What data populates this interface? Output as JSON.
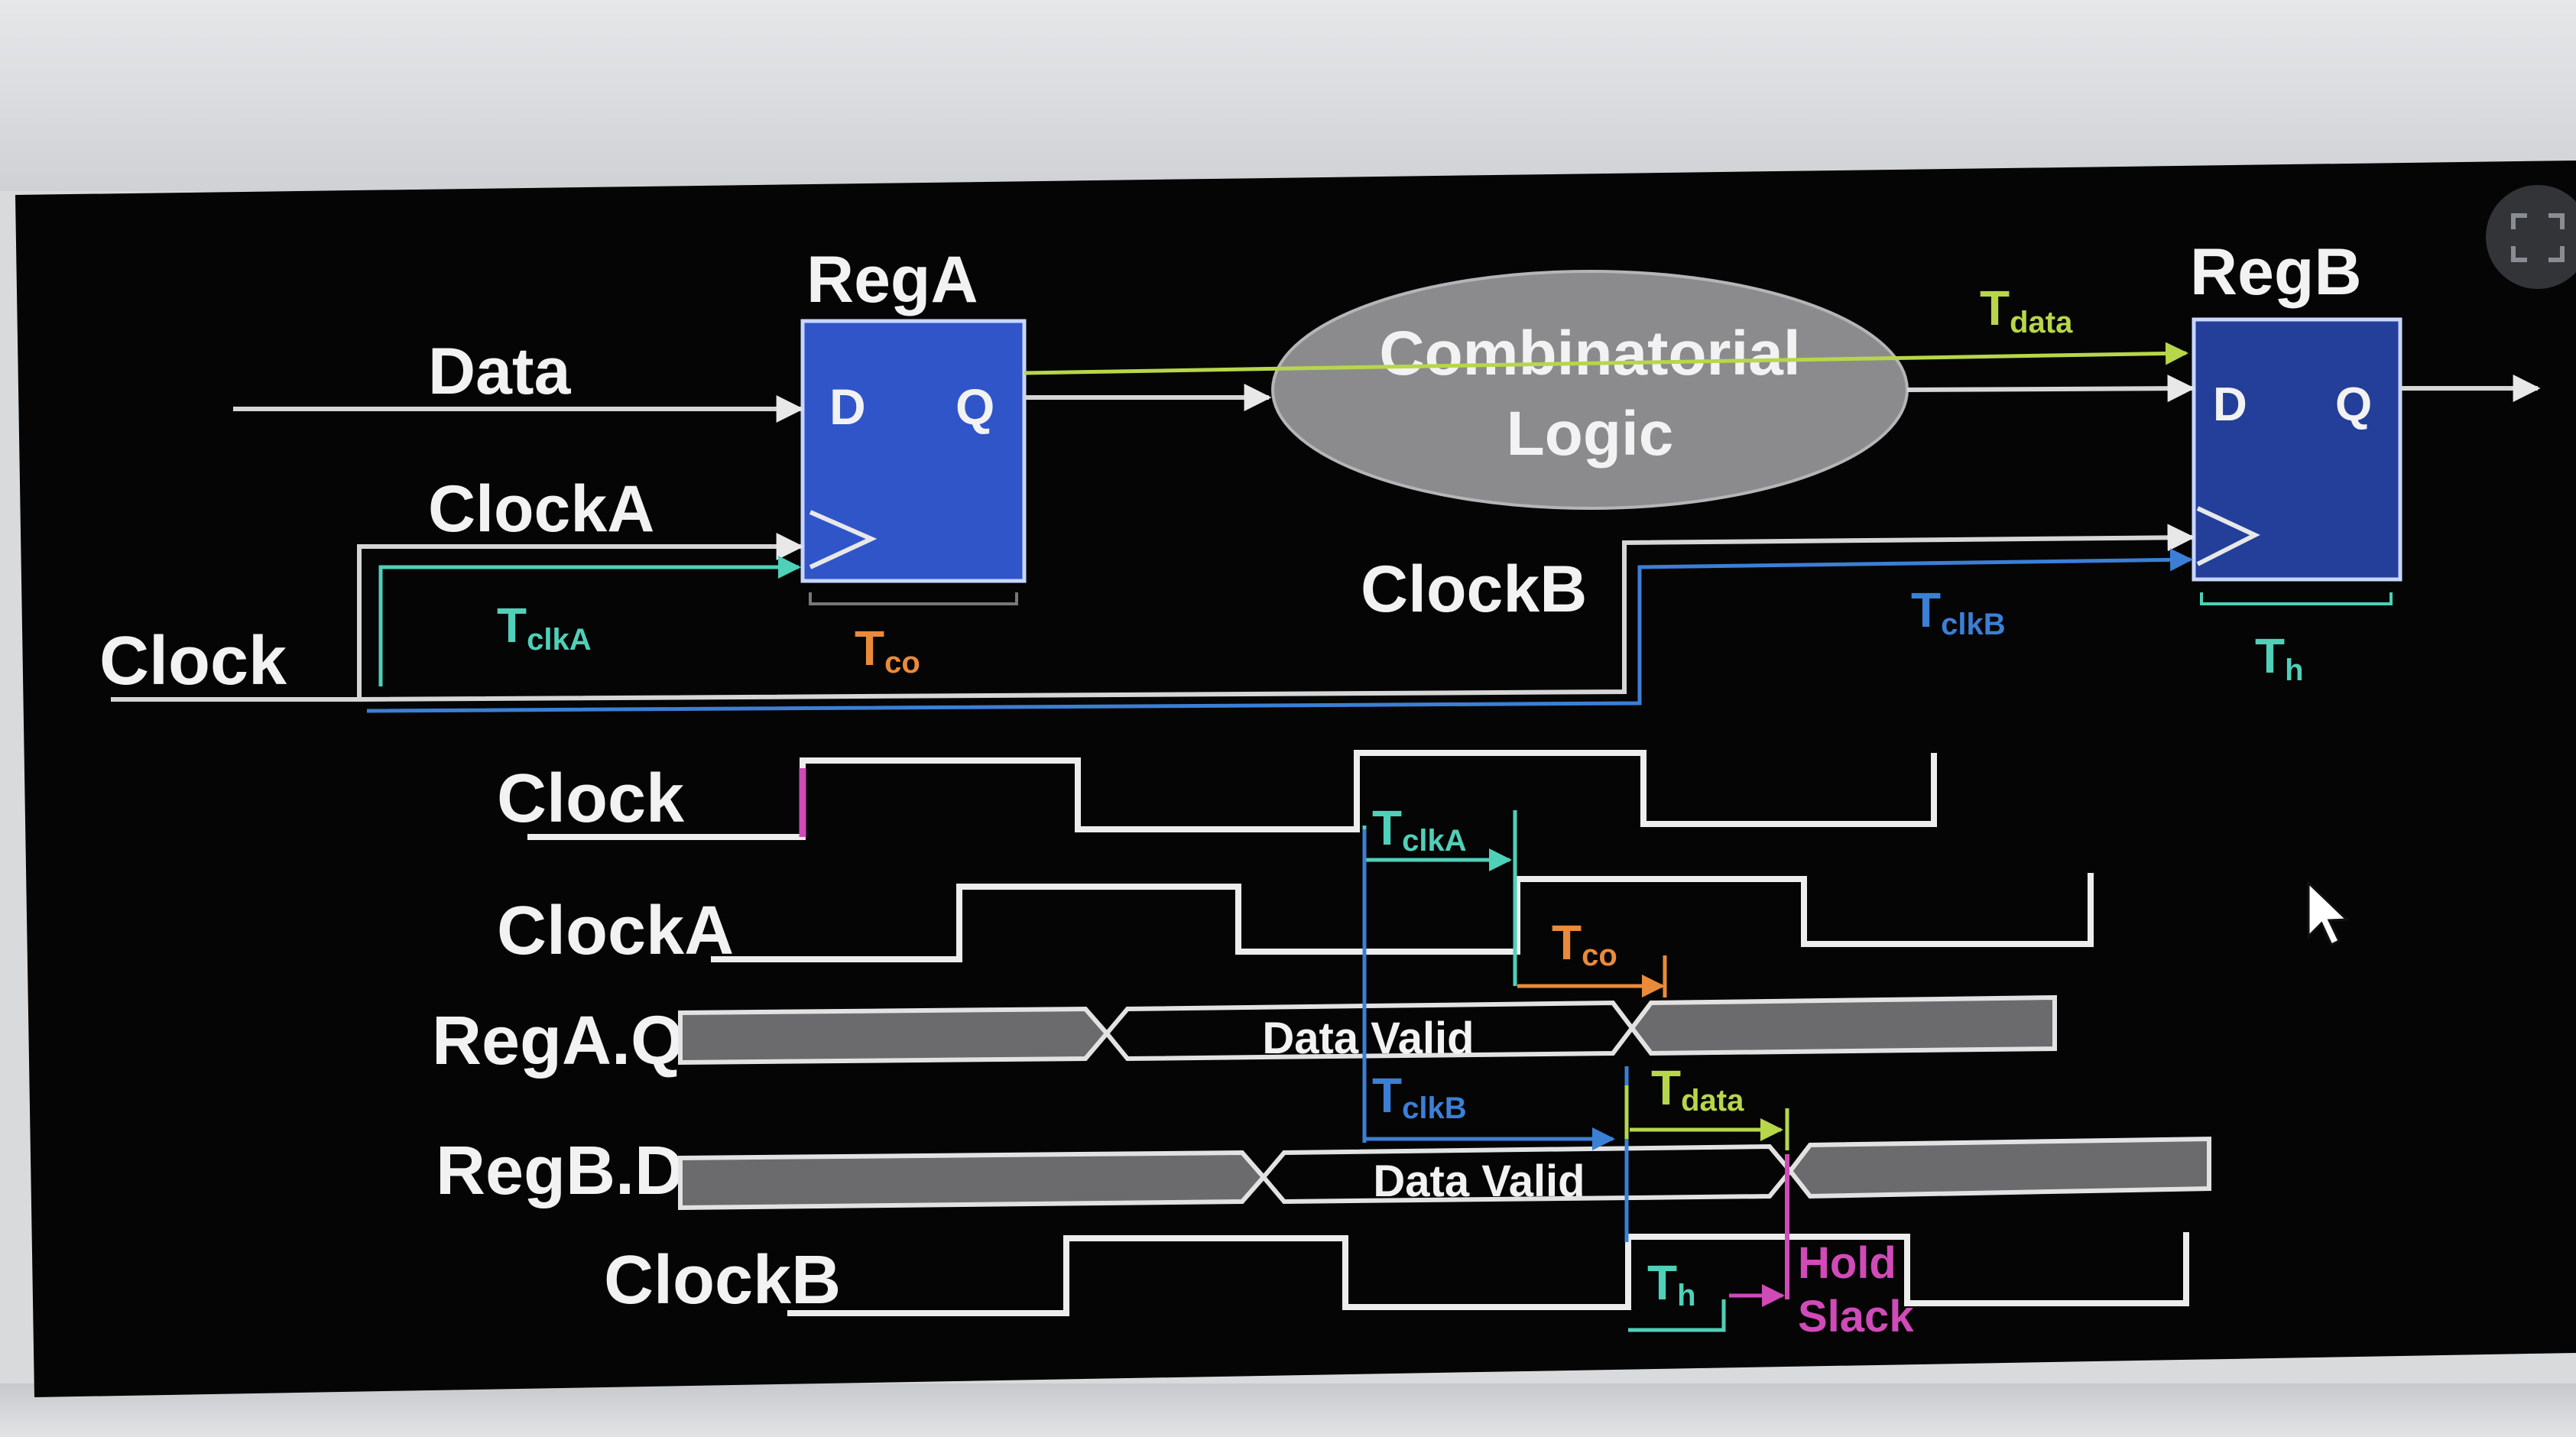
{
  "schematic": {
    "reg_a": {
      "title": "RegA",
      "d": "D",
      "q": "Q"
    },
    "reg_b": {
      "title": "RegB",
      "d": "D",
      "q": "Q"
    },
    "logic": {
      "line1": "Combinatorial",
      "line2": "Logic"
    },
    "signals": {
      "data": "Data",
      "clock_a": "ClockA",
      "clock": "Clock",
      "clock_b": "ClockB"
    },
    "annotations": {
      "t_clk_a": {
        "main": "T",
        "sub": "clkA"
      },
      "t_co": {
        "main": "T",
        "sub": "co"
      },
      "t_data": {
        "main": "T",
        "sub": "data"
      },
      "t_clk_b": {
        "main": "T",
        "sub": "clkB"
      },
      "t_h": {
        "main": "T",
        "sub": "h"
      }
    }
  },
  "timing": {
    "rows": {
      "clock": "Clock",
      "clock_a": "ClockA",
      "rega_q": "RegA.Q",
      "regb_d": "RegB.D",
      "clock_b": "ClockB"
    },
    "data_valid_1": "Data Valid",
    "data_valid_2": "Data Valid",
    "annotations": {
      "t_clk_a": {
        "main": "T",
        "sub": "clkA"
      },
      "t_co": {
        "main": "T",
        "sub": "co"
      },
      "t_clk_b": {
        "main": "T",
        "sub": "clkB"
      },
      "t_data": {
        "main": "T",
        "sub": "data"
      },
      "t_h": {
        "main": "T",
        "sub": "h"
      },
      "hold_slack_1": "Hold",
      "hold_slack_2": "Slack"
    }
  },
  "colors": {
    "background": "#050505",
    "register_fill": "#2f55c9",
    "register_b_fill": "#233f9a",
    "logic_fill": "#8b8b8e",
    "wire": "#d6d6d6",
    "t_data": "#b7d64a",
    "t_clk_a": "#4fd0b8",
    "t_clk_b": "#3b7fd6",
    "t_co": "#e98b3a",
    "hold_slack": "#d04ab8",
    "bus_fill": "#6b6b6d"
  },
  "icons": [
    "mouse-cursor-icon",
    "fullscreen-icon"
  ]
}
